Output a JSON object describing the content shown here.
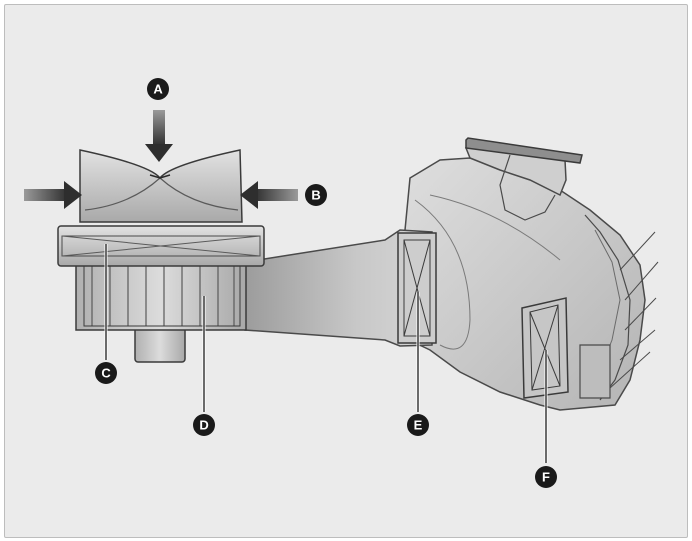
{
  "diagram": {
    "callouts": [
      {
        "id": "a",
        "letter": "A"
      },
      {
        "id": "b",
        "letter": "B"
      },
      {
        "id": "c",
        "letter": "C"
      },
      {
        "id": "d",
        "letter": "D"
      },
      {
        "id": "e",
        "letter": "E"
      },
      {
        "id": "f",
        "letter": "F"
      }
    ],
    "colors": {
      "background": "#ebebeb",
      "body_fill": "#c4c4c4",
      "body_light": "#d8d8d8",
      "body_dark": "#8e8e8e",
      "outline": "#4a4a4a",
      "arrow": "#3a3a3a",
      "callout_fill": "#1a1a1a",
      "callout_text": "#ffffff"
    }
  }
}
